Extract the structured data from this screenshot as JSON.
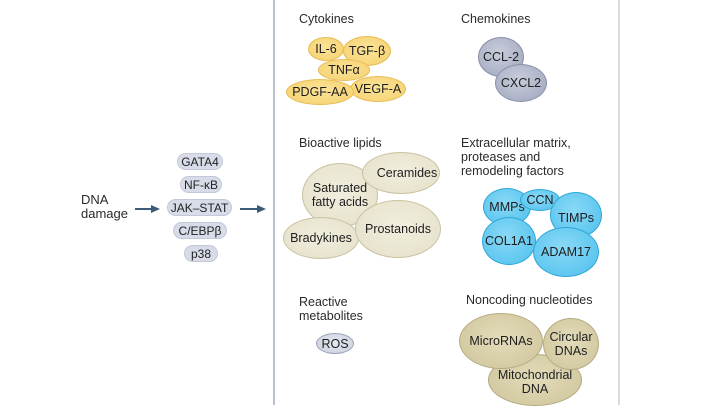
{
  "trigger": {
    "label_line1": "DNA",
    "label_line2": "damage"
  },
  "transcription_factors": [
    "GATA4",
    "NF-κB",
    "JAK–STAT",
    "C/EBPβ",
    "p38"
  ],
  "groups": {
    "cytokines": {
      "title": "Cytokines",
      "items": [
        "IL-6",
        "TGF-β",
        "TNFα",
        "PDGF-AA",
        "VEGF-A"
      ],
      "color": "#f7d679"
    },
    "chemokines": {
      "title": "Chemokines",
      "items": [
        "CCL-2",
        "CXCL2"
      ],
      "color": "#a9afc4"
    },
    "bioactive_lipids": {
      "title": "Bioactive lipids",
      "items": [
        "Ceramides",
        "Saturated fatty acids",
        "Bradykines",
        "Prostanoids"
      ],
      "saturated_line1": "Saturated",
      "saturated_line2": "fatty acids",
      "color": "#e7e3cd"
    },
    "ecm": {
      "title_line1": "Extracellular matrix,",
      "title_line2": "proteases and",
      "title_line3": "remodeling factors",
      "items": [
        "MMPs",
        "CCN",
        "TIMPs",
        "COL1A1",
        "ADAM17"
      ],
      "color": "#5cc6ef"
    },
    "reactive_metabolites": {
      "title_line1": "Reactive",
      "title_line2": "metabolites",
      "items": [
        "ROS"
      ],
      "color": "#cfd4e0"
    },
    "noncoding": {
      "title": "Noncoding nucleotides",
      "items": [
        "MicroRNAs",
        "Circular DNAs",
        "Mitochondrial DNA"
      ],
      "circular_line1": "Circular",
      "circular_line2": "DNAs",
      "mito_line1": "Mitochondrial",
      "mito_line2": "DNA",
      "color": "#d3caa2"
    }
  },
  "colors": {
    "arrow": "#3d5a78",
    "left_divider": "#b9c0d0",
    "right_divider": "#dcdcdc"
  }
}
